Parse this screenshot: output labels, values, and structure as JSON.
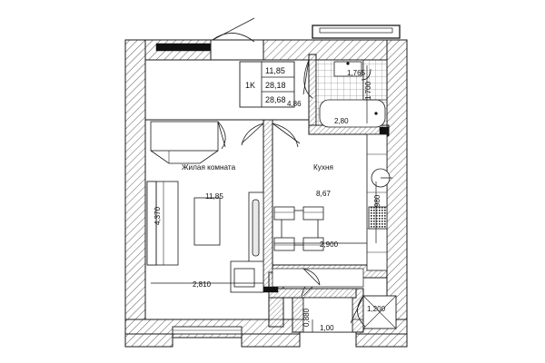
{
  "document": {
    "type": "apartment-floor-plan",
    "background_color": "#ffffff",
    "line_color": "#1a1a1a"
  },
  "info_box": {
    "type_label": "1K",
    "rows": [
      "11,85",
      "28,18",
      "28,68"
    ]
  },
  "rooms": [
    {
      "name": "Жилая комната",
      "area": "11,85"
    },
    {
      "name": "Кухня",
      "area": "8,67"
    }
  ],
  "areas": {
    "hall": "4,86",
    "bath": "2,80"
  },
  "dimensions": {
    "living_width": "2,810",
    "living_height": "4,370",
    "kitchen_width": "2,900",
    "kitchen_counter": "980",
    "bath_top": "1,765",
    "bath_side": "1 700",
    "entry_height": "0,880",
    "entry_width": "1,00",
    "closet_width": "1,200"
  }
}
